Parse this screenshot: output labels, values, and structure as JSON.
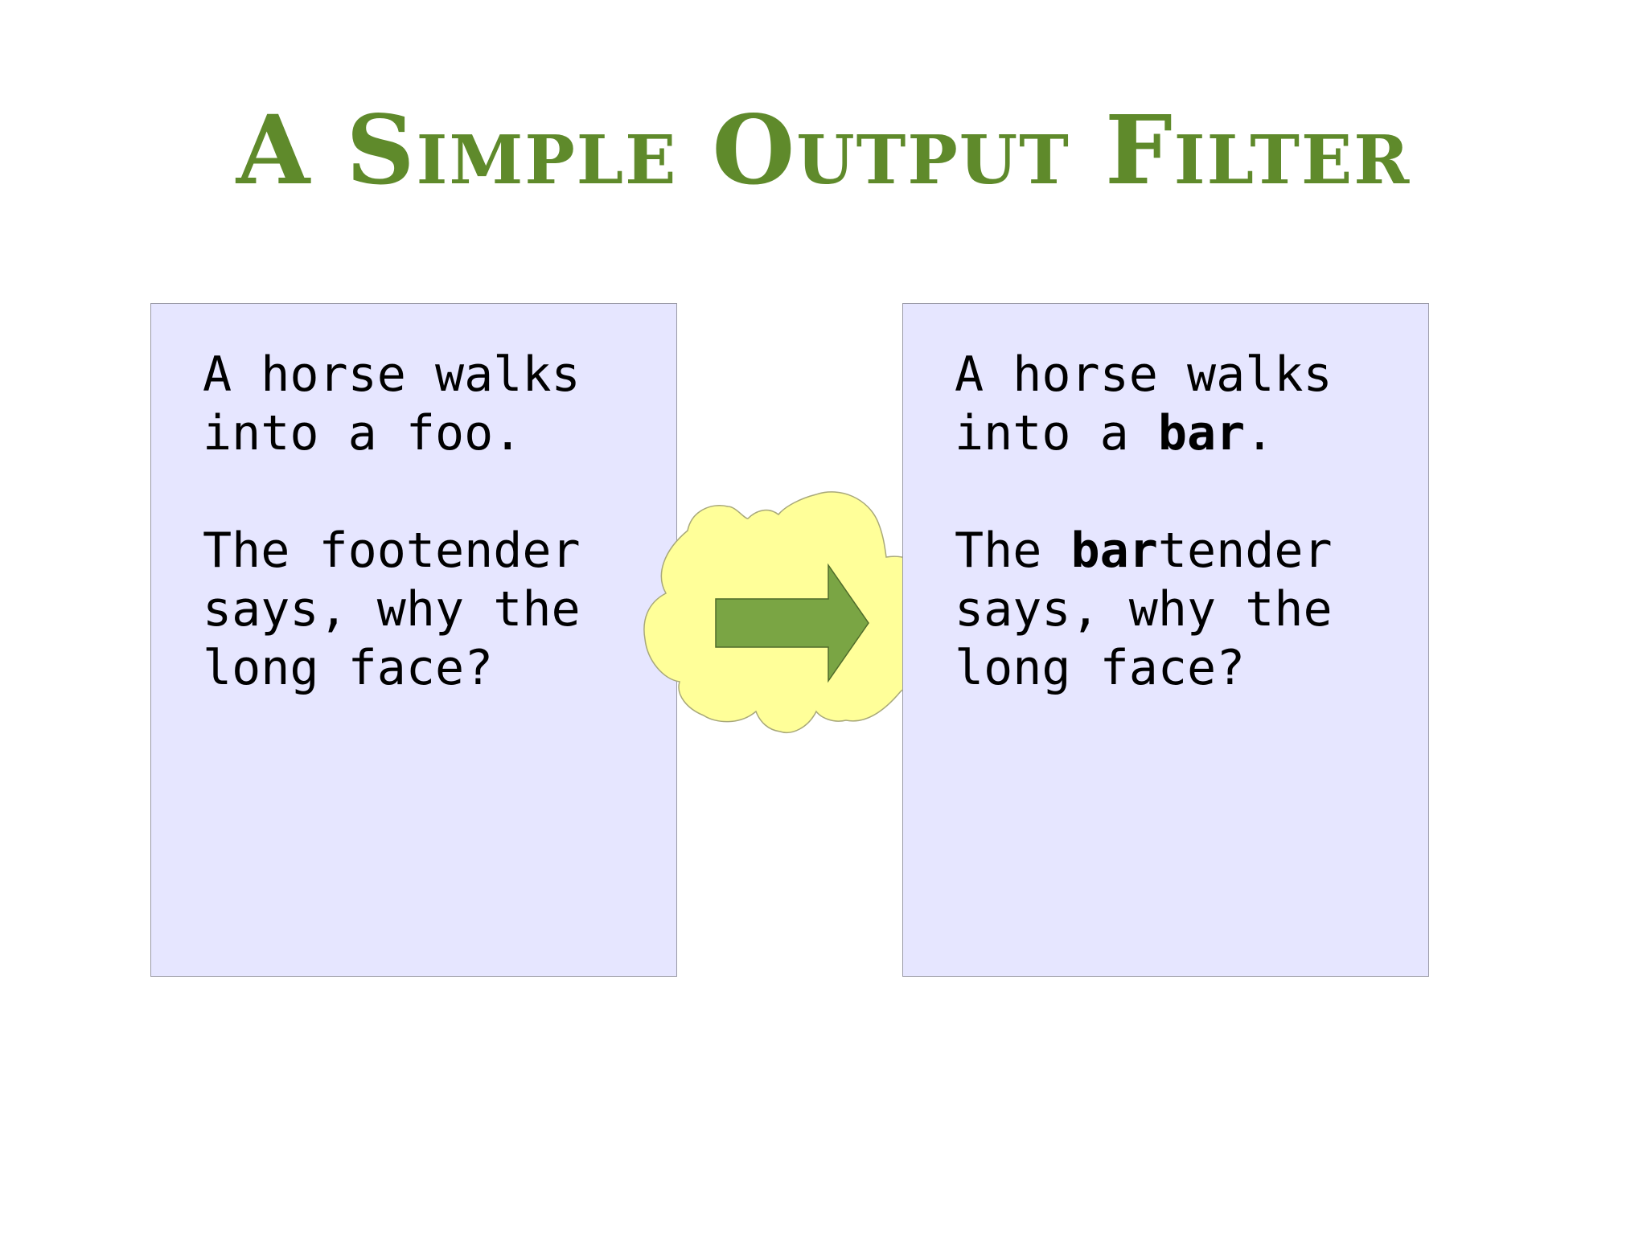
{
  "slide": {
    "title": "A Simple Output Filter"
  },
  "input_box": {
    "line1": "A horse walks",
    "line2": "into a foo.",
    "line3": "The footender",
    "line4": "says, why the",
    "line5": "long face?"
  },
  "output_box": {
    "line1": "A horse walks",
    "line2_prefix": "into a ",
    "line2_bold": "bar",
    "line2_suffix": ".",
    "line3_prefix": "The ",
    "line3_bold": "bar",
    "line3_suffix": "tender",
    "line4": "says, why the",
    "line5": "long face?"
  },
  "colors": {
    "title": "#5f8a2b",
    "box_fill": "#e6e6ff",
    "cloud_fill": "#ffff99",
    "arrow_fill": "#7aa544"
  },
  "icons": {
    "filter_cloud": "cloud-shape",
    "filter_arrow": "right-arrow-icon"
  }
}
